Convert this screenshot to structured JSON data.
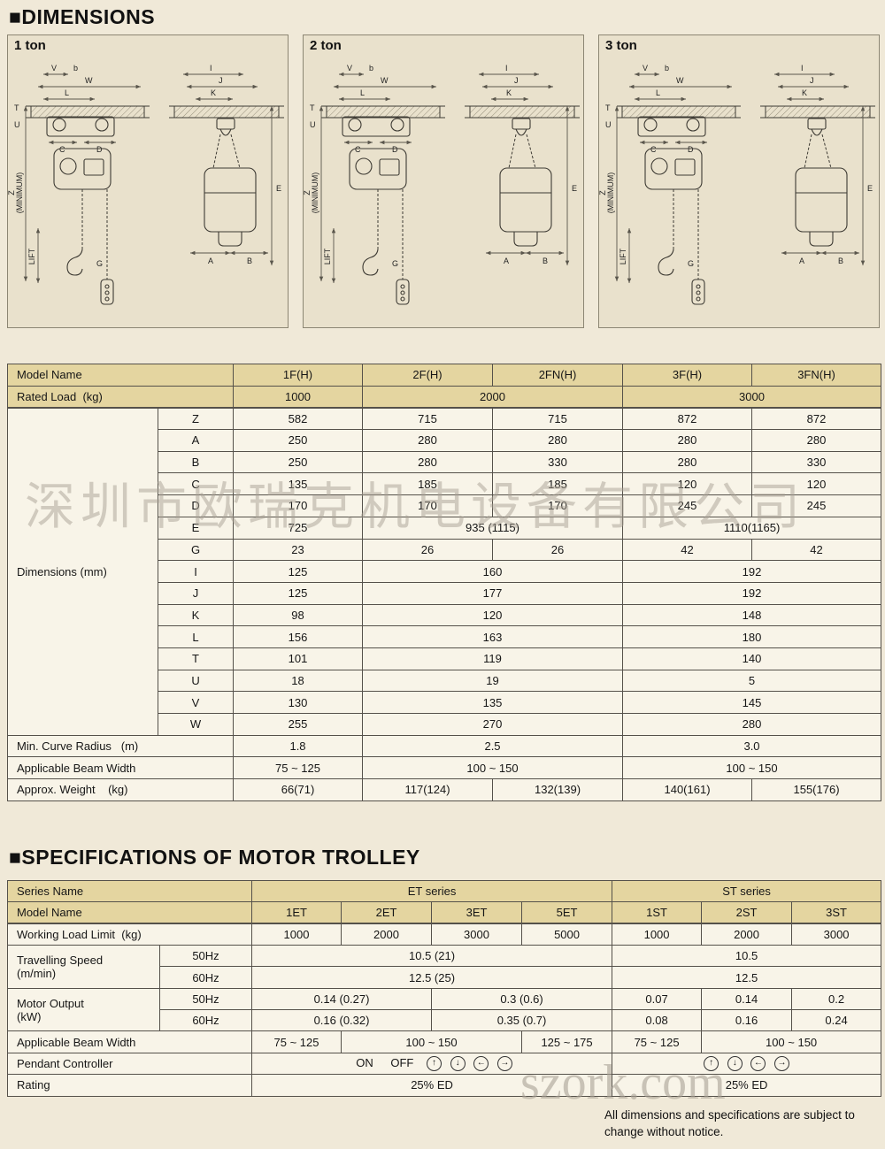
{
  "page": {
    "dimensions_heading": "■DIMENSIONS",
    "spec_heading": "■SPECIFICATIONS  OF  MOTOR  TROLLEY",
    "watermark_cn": "深圳市欧瑞克机电设备有限公司",
    "watermark_en": "szork.com",
    "footer_line1": "All dimensions and specifications are subject to",
    "footer_line2": "change without notice."
  },
  "panels": [
    {
      "label": "1 ton"
    },
    {
      "label": "2 ton"
    },
    {
      "label": "3 ton"
    }
  ],
  "drawing": {
    "labels": {
      "V": "V",
      "b": "b",
      "W": "W",
      "L": "L",
      "T": "T",
      "U": "U",
      "C": "C",
      "D": "D",
      "Z": "Z",
      "MIN": "(MINIMUM)",
      "LIFT": "LIFT",
      "G": "G",
      "E": "E",
      "A": "A",
      "B": "B",
      "I": "I",
      "J": "J",
      "K": "K"
    }
  },
  "dim": {
    "header": [
      "Model Name",
      "1F(H)",
      "2F(H)",
      "2FN(H)",
      "3F(H)",
      "3FN(H)"
    ],
    "rated": [
      "Rated Load  (kg)",
      "1000",
      "2000",
      "3000"
    ],
    "group_label": "Dimensions (mm)",
    "rows": [
      {
        "k": "Z",
        "c": [
          "582",
          "715",
          "715",
          "872",
          "872"
        ]
      },
      {
        "k": "A",
        "c": [
          "250",
          "280",
          "280",
          "280",
          "280"
        ]
      },
      {
        "k": "B",
        "c": [
          "250",
          "280",
          "330",
          "280",
          "330"
        ]
      },
      {
        "k": "C",
        "c": [
          "135",
          "185",
          "185",
          "120",
          "120"
        ]
      },
      {
        "k": "D",
        "c": [
          "170",
          "170",
          "170",
          "245",
          "245"
        ]
      },
      {
        "k": "E",
        "c": [
          "725",
          "935 (1115)",
          "1110(1165)"
        ]
      },
      {
        "k": "G",
        "c": [
          "23",
          "26",
          "26",
          "42",
          "42"
        ]
      },
      {
        "k": "I",
        "c": [
          "125",
          "160",
          "192"
        ]
      },
      {
        "k": "J",
        "c": [
          "125",
          "177",
          "192"
        ]
      },
      {
        "k": "K",
        "c": [
          "98",
          "120",
          "148"
        ]
      },
      {
        "k": "L",
        "c": [
          "156",
          "163",
          "180"
        ]
      },
      {
        "k": "T",
        "c": [
          "101",
          "119",
          "140"
        ]
      },
      {
        "k": "U",
        "c": [
          "18",
          "19",
          "5"
        ]
      },
      {
        "k": "V",
        "c": [
          "130",
          "135",
          "145"
        ]
      },
      {
        "k": "W",
        "c": [
          "255",
          "270",
          "280"
        ]
      }
    ],
    "curve": [
      "Min. Curve Radius   (m)",
      "1.8",
      "2.5",
      "3.0"
    ],
    "beam": [
      "Applicable Beam Width",
      "75 ~ 125",
      "100 ~ 150",
      "100 ~ 150"
    ],
    "weight": [
      "Approx. Weight    (kg)",
      "66(71)",
      "117(124)",
      "132(139)",
      "140(161)",
      "155(176)"
    ]
  },
  "spec": {
    "series": [
      "Series Name",
      "ET series",
      "ST series"
    ],
    "model": [
      "Model Name",
      "1ET",
      "2ET",
      "3ET",
      "5ET",
      "1ST",
      "2ST",
      "3ST"
    ],
    "wll": [
      "Working Load Limit  (kg)",
      "1000",
      "2000",
      "3000",
      "5000",
      "1000",
      "2000",
      "3000"
    ],
    "speed_label": [
      "Travelling Speed",
      "(m/min)"
    ],
    "motor_label": [
      "Motor Output",
      "(kW)"
    ],
    "hz": [
      "50Hz",
      "60Hz"
    ],
    "speed50": [
      "10.5 (21)",
      "10.5"
    ],
    "speed60": [
      "12.5 (25)",
      "12.5"
    ],
    "motor50": [
      "0.14 (0.27)",
      "0.3 (0.6)",
      "0.07",
      "0.14",
      "0.2"
    ],
    "motor60": [
      "0.16 (0.32)",
      "0.35 (0.7)",
      "0.08",
      "0.16",
      "0.24"
    ],
    "beam": [
      "Applicable Beam Width",
      "75 ~ 125",
      "100 ~ 150",
      "125 ~ 175",
      "75 ~ 125",
      "100 ~ 150"
    ],
    "pendant": {
      "label": "Pendant Controller",
      "on": "ON",
      "off": "OFF",
      "arrows": [
        "↑",
        "↓",
        "←",
        "→"
      ]
    },
    "rating": [
      "Rating",
      "25% ED",
      "25% ED"
    ]
  }
}
